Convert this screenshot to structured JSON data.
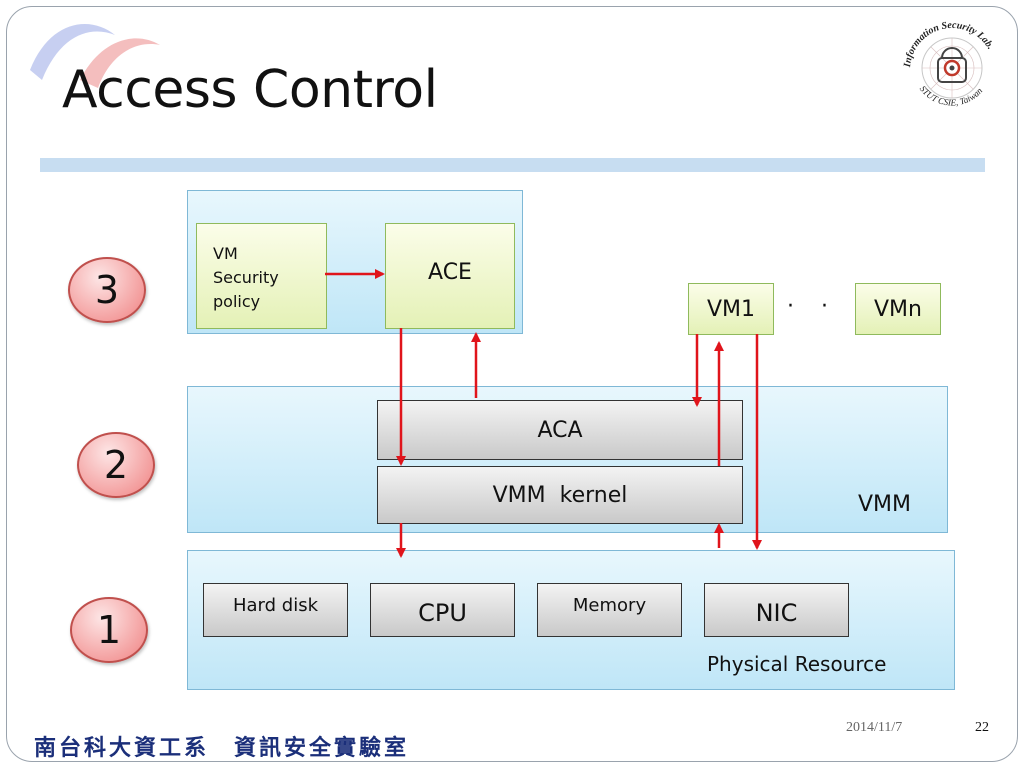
{
  "slide": {
    "title": "Access Control",
    "footer_left": "南台科大資工系　資訊安全實驗室",
    "date": "2014/11/7",
    "page_number": "22"
  },
  "logo": {
    "ring_text": "Information Security Lab.",
    "bottom_text": "STUT CSIE, Taiwan"
  },
  "levels": [
    "3",
    "2",
    "1"
  ],
  "layer3": {
    "policy_label": "VM\nSecurity\npolicy",
    "ace_label": "ACE"
  },
  "vms": {
    "vm1": "VM1",
    "dots": "· · ·",
    "vmn": "VMn"
  },
  "layer2": {
    "aca": "ACA",
    "kernel": "VMM  kernel",
    "name": "VMM"
  },
  "layer1": {
    "items": [
      "Hard disk",
      "CPU",
      "Memory",
      "NIC"
    ],
    "name": "Physical Resource"
  },
  "colors": {
    "arrow": "#e0141b",
    "layer_fill": "#bfe6f7",
    "green_box": "#e4f1b6",
    "grey_box": "#c9c9c9",
    "circle": "#f39a9a",
    "footer_text": "#1b2f7a"
  }
}
